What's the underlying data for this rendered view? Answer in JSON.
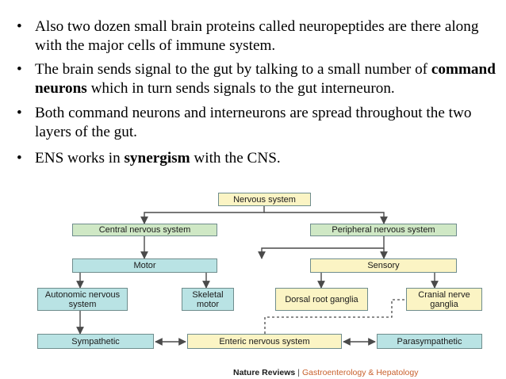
{
  "bullets": [
    {
      "text": "Also two dozen small brain proteins called neuropeptides are there along with the major cells of immune system."
    },
    {
      "before": "The brain sends signal to the gut by talking to a small number of ",
      "bold": "command neurons",
      "after": " which in turn sends signals to the gut interneuron."
    },
    {
      "text": "Both command neurons and interneurons are spread throughout the two layers of the gut."
    },
    {
      "before": "ENS works in ",
      "bold": "synergism",
      "after": " with the CNS."
    }
  ],
  "diagram": {
    "nervous_system": "Nervous system",
    "central": "Central nervous system",
    "peripheral": "Peripheral nervous system",
    "motor": "Motor",
    "sensory": "Sensory",
    "autonomic": "Autonomic nervous system",
    "skeletal": "Skeletal motor",
    "dorsal": "Dorsal root ganglia",
    "cranial": "Cranial nerve ganglia",
    "sympathetic": "Sympathetic",
    "enteric": "Enteric nervous system",
    "parasympathetic": "Parasympathetic",
    "colors": {
      "green": "#cfe8c5",
      "teal": "#b9e3e4",
      "yellow": "#fbf4c4",
      "border": "#6f8d8d",
      "line": "#4a4a4a"
    }
  },
  "credit": {
    "journal": "Nature Reviews",
    "separator": "|",
    "subject": "Gastroenterology & Hepatology"
  }
}
